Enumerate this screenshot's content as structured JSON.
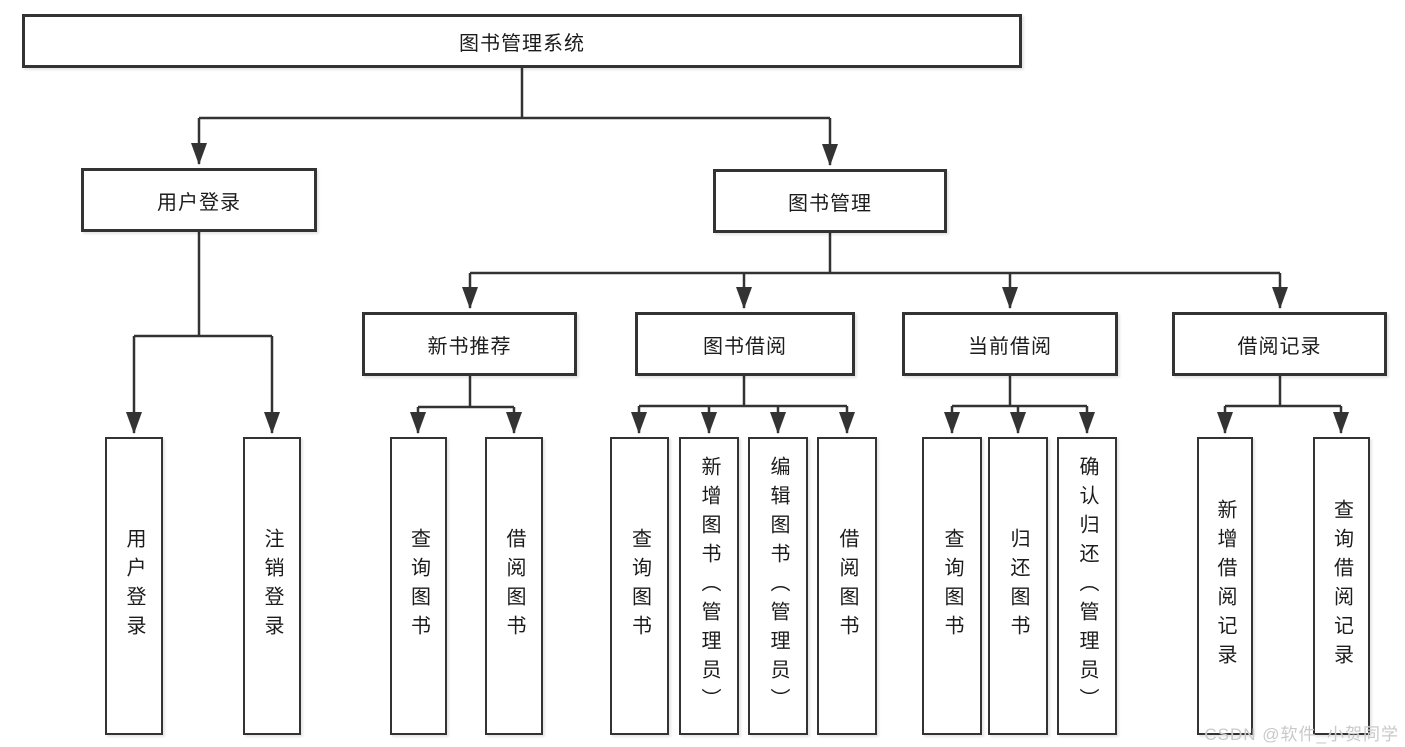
{
  "tree": {
    "label": "图书管理系统",
    "children": [
      {
        "label": "用户登录",
        "children": [
          {
            "label": "用户登录"
          },
          {
            "label": "注销登录"
          }
        ]
      },
      {
        "label": "图书管理",
        "children": [
          {
            "label": "新书推荐",
            "children": [
              {
                "label": "查询图书"
              },
              {
                "label": "借阅图书"
              }
            ]
          },
          {
            "label": "图书借阅",
            "children": [
              {
                "label": "查询图书"
              },
              {
                "label": "新增图书（管理员）"
              },
              {
                "label": "编辑图书（管理员）"
              },
              {
                "label": "借阅图书"
              }
            ]
          },
          {
            "label": "当前借阅",
            "children": [
              {
                "label": "查询图书"
              },
              {
                "label": "归还图书"
              },
              {
                "label": "确认归还（管理员）"
              }
            ]
          },
          {
            "label": "借阅记录",
            "children": [
              {
                "label": "新增借阅记录"
              },
              {
                "label": "查询借阅记录"
              }
            ]
          }
        ]
      }
    ]
  },
  "watermark": "CSDN @软件_小贺同学",
  "colors": {
    "line": "#333333",
    "box_border": "#333333",
    "text": "#1c1c1c",
    "watermark": "#c9c9c9",
    "background": "#ffffff"
  }
}
